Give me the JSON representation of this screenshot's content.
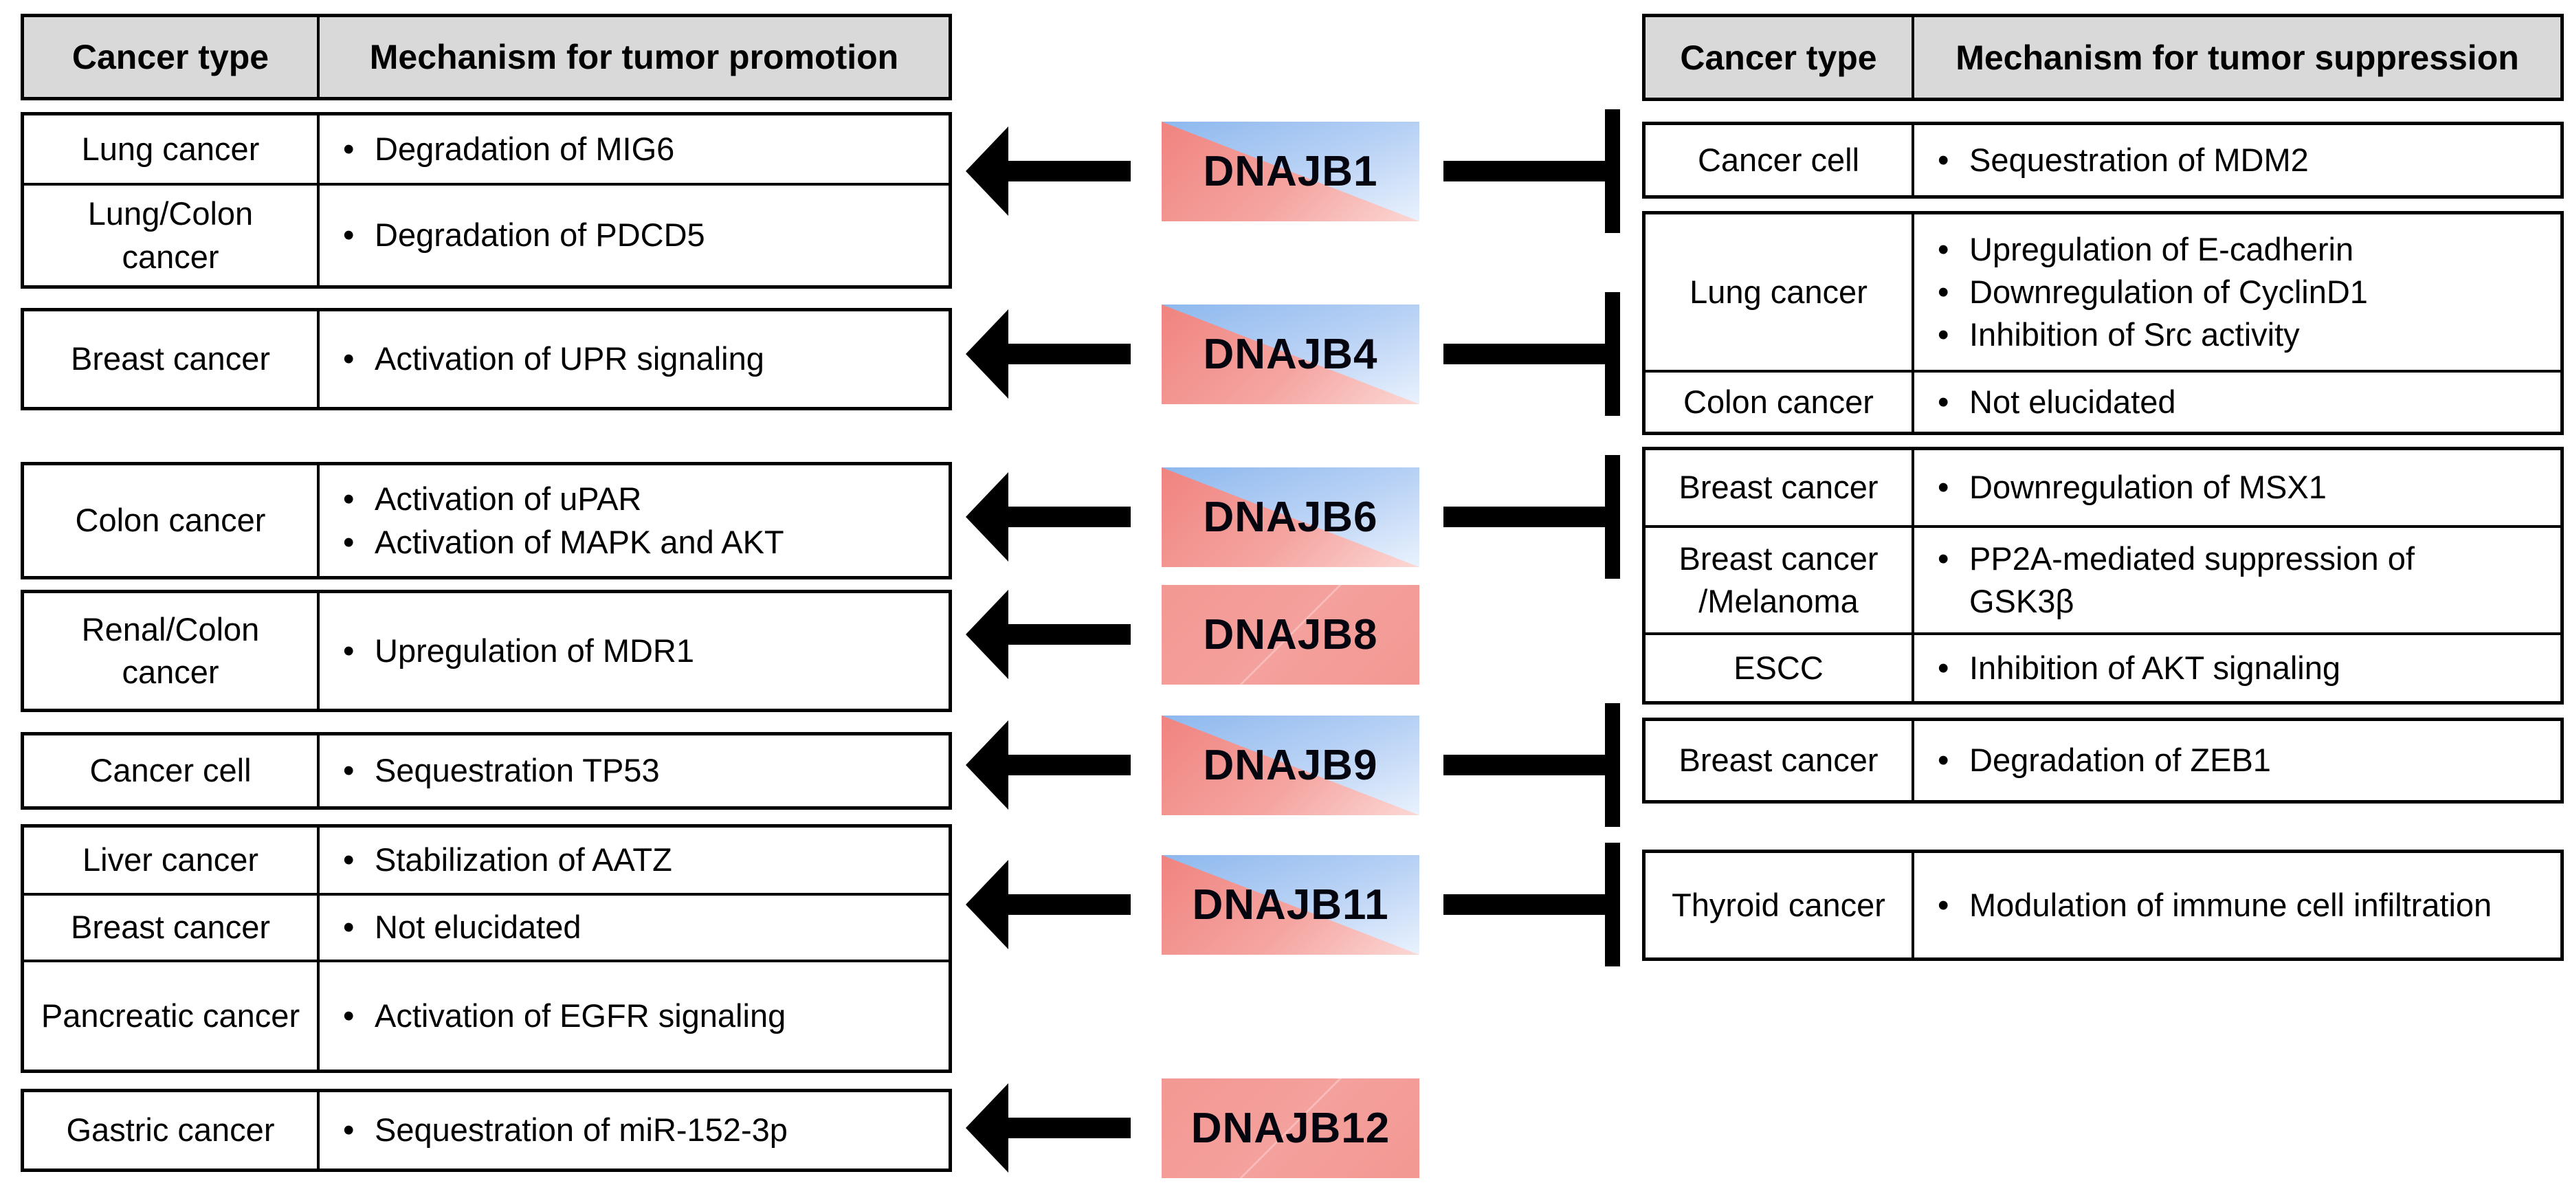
{
  "bullet": "•",
  "colors": {
    "header_bg": "#d9d9d9",
    "border": "#000000",
    "arrow": "#000000",
    "pink_strong": "#f0837f",
    "pink_pale": "#fbd8d5",
    "blue_strong": "#8db8ee",
    "blue_pale": "#eaf2fd"
  },
  "left_table": {
    "header": {
      "cancer_type": "Cancer type",
      "mechanism": "Mechanism for tumor promotion"
    },
    "blocks": [
      {
        "rows": [
          {
            "type": "Lung cancer",
            "mech": [
              "Degradation of MIG6"
            ]
          },
          {
            "type": "Lung/Colon cancer",
            "mech": [
              "Degradation of PDCD5"
            ]
          }
        ]
      },
      {
        "rows": [
          {
            "type": "Breast cancer",
            "mech": [
              "Activation of UPR signaling"
            ]
          }
        ]
      },
      {
        "rows": [
          {
            "type": "Colon cancer",
            "mech": [
              "Activation of uPAR",
              "Activation of MAPK and AKT"
            ]
          }
        ]
      },
      {
        "rows": [
          {
            "type": "Renal/Colon cancer",
            "mech": [
              "Upregulation of MDR1"
            ]
          }
        ]
      },
      {
        "rows": [
          {
            "type": "Cancer cell",
            "mech": [
              "Sequestration TP53"
            ]
          }
        ]
      },
      {
        "rows": [
          {
            "type": "Liver cancer",
            "mech": [
              "Stabilization of AATZ"
            ]
          },
          {
            "type": "Breast cancer",
            "mech": [
              "Not elucidated"
            ]
          },
          {
            "type": "Pancreatic cancer",
            "mech": [
              "Activation of EGFR signaling"
            ]
          }
        ]
      },
      {
        "rows": [
          {
            "type": "Gastric cancer",
            "mech": [
              "Sequestration of miR-152-3p"
            ]
          }
        ]
      }
    ]
  },
  "right_table": {
    "header": {
      "cancer_type": "Cancer type",
      "mechanism": "Mechanism for tumor suppression"
    },
    "blocks": [
      {
        "rows": [
          {
            "type": "Cancer cell",
            "mech": [
              "Sequestration of MDM2"
            ]
          }
        ]
      },
      {
        "rows": [
          {
            "type": "Lung cancer",
            "mech": [
              "Upregulation of E-cadherin",
              "Downregulation of CyclinD1",
              "Inhibition of Src activity"
            ]
          },
          {
            "type": "Colon cancer",
            "mech": [
              "Not elucidated"
            ]
          }
        ]
      },
      {
        "rows": [
          {
            "type": "Breast cancer",
            "mech": [
              "Downregulation of MSX1"
            ]
          },
          {
            "type": "Breast cancer /Melanoma",
            "mech": [
              "PP2A-mediated suppression of GSK3β"
            ]
          },
          {
            "type": "ESCC",
            "mech": [
              "Inhibition of AKT signaling"
            ]
          }
        ]
      },
      {
        "rows": [
          {
            "type": "Breast cancer",
            "mech": [
              "Degradation of ZEB1"
            ]
          }
        ]
      },
      {
        "rows": [
          {
            "type": "Thyroid cancer",
            "mech": [
              "Modulation of immune cell infiltration"
            ]
          }
        ]
      }
    ]
  },
  "proteins": [
    {
      "name": "DNAJB1",
      "box_style": "dual",
      "promotion_arrow": true,
      "suppression_bar": true
    },
    {
      "name": "DNAJB4",
      "box_style": "dual",
      "promotion_arrow": true,
      "suppression_bar": true
    },
    {
      "name": "DNAJB6",
      "box_style": "dual",
      "promotion_arrow": true,
      "suppression_bar": true
    },
    {
      "name": "DNAJB8",
      "box_style": "pink",
      "promotion_arrow": true,
      "suppression_bar": false
    },
    {
      "name": "DNAJB9",
      "box_style": "dual",
      "promotion_arrow": true,
      "suppression_bar": true
    },
    {
      "name": "DNAJB11",
      "box_style": "dual",
      "promotion_arrow": true,
      "suppression_bar": true
    },
    {
      "name": "DNAJB12",
      "box_style": "pink",
      "promotion_arrow": true,
      "suppression_bar": false
    }
  ]
}
